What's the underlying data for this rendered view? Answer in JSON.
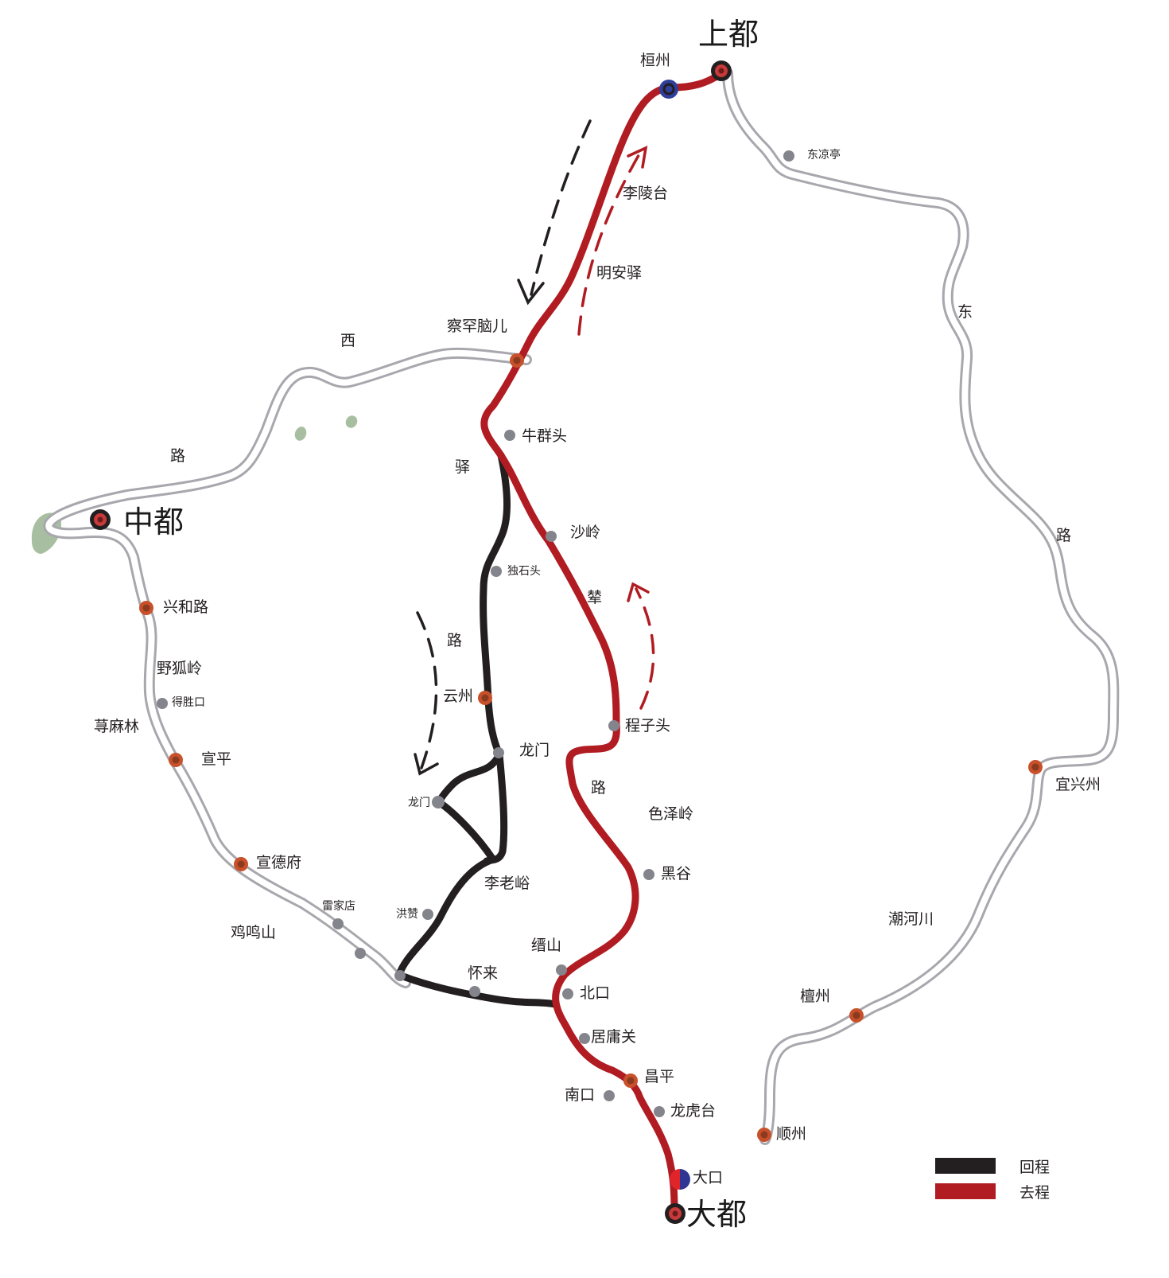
{
  "map": {
    "colors": {
      "outbound": "#b01c22",
      "return": "#231f20",
      "road": "#a7a7ad",
      "minor_stop": "#84848c",
      "major_stop": "#c8502a",
      "major_stop_inner": "#8a3a1f",
      "capital_ring": "#231f20",
      "capital_inner": "#c83a3a",
      "huanzhou": "#2f3f9a",
      "dakou_left": "#e0242a",
      "dakou_right": "#2f3592",
      "vegetation": "#98b48f"
    },
    "capitals": [
      {
        "name": "上都"
      },
      {
        "name": "中都"
      },
      {
        "name": "大都"
      }
    ],
    "stations": [
      {
        "name": "桓州"
      },
      {
        "name": "李陵台"
      },
      {
        "name": "明安驿"
      },
      {
        "name": "察罕脑儿"
      },
      {
        "name": "牛群头"
      },
      {
        "name": "沙岭"
      },
      {
        "name": "独石头"
      },
      {
        "name": "云州"
      },
      {
        "name": "龙门"
      },
      {
        "name": "龙门"
      },
      {
        "name": "程子头"
      },
      {
        "name": "色泽岭"
      },
      {
        "name": "黑谷"
      },
      {
        "name": "李老峪"
      },
      {
        "name": "洪赞"
      },
      {
        "name": "缙山"
      },
      {
        "name": "怀来"
      },
      {
        "name": "北口"
      },
      {
        "name": "居庸关"
      },
      {
        "name": "昌平"
      },
      {
        "name": "南口"
      },
      {
        "name": "龙虎台"
      },
      {
        "name": "大口"
      },
      {
        "name": "东凉亭"
      },
      {
        "name": "宜兴州"
      },
      {
        "name": "潮河川"
      },
      {
        "name": "檀州"
      },
      {
        "name": "顺州"
      },
      {
        "name": "兴和路"
      },
      {
        "name": "野狐岭"
      },
      {
        "name": "得胜口"
      },
      {
        "name": "荨麻林"
      },
      {
        "name": "宣平"
      },
      {
        "name": "宣德府"
      },
      {
        "name": "雷家店"
      },
      {
        "name": "鸡鸣山"
      }
    ],
    "road_names": {
      "west": [
        "西",
        "路"
      ],
      "east": [
        "东",
        "路"
      ],
      "yi": [
        "驿",
        "路"
      ],
      "nian": [
        "辇",
        "路"
      ]
    },
    "legend": [
      {
        "label": "回程",
        "color": "#231f20"
      },
      {
        "label": "去程",
        "color": "#b01c22"
      }
    ]
  }
}
